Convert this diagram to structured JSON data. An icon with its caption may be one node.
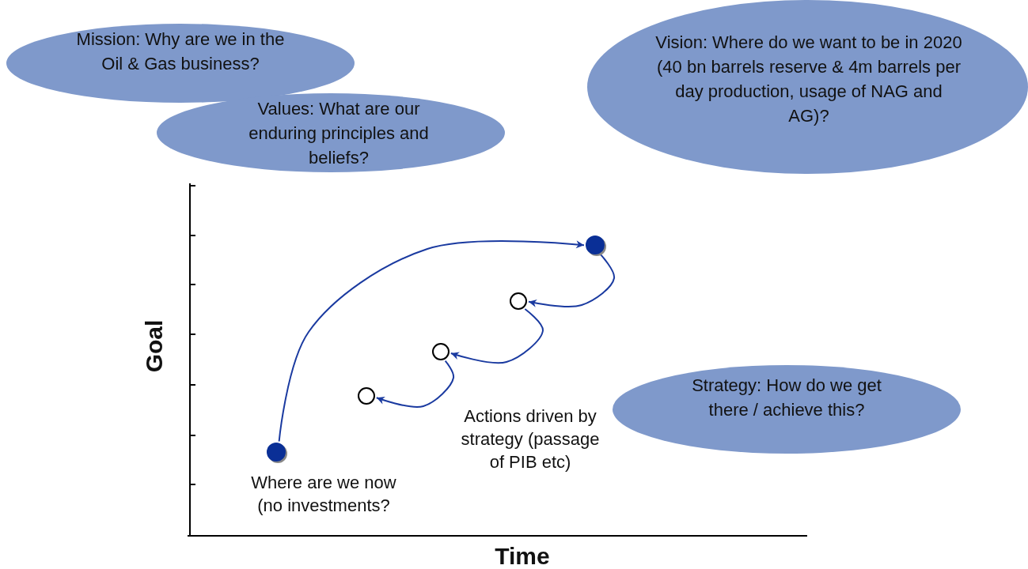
{
  "diagram": {
    "nodes": [
      {
        "text": [
          "Mission: Why are we in the Oil & Gas business?"
        ]
      },
      {
        "text": [
          "Values: What are our enduring principles and beliefs?"
        ]
      },
      {
        "text": [
          "Vision: Where do we want to be in 2020 (40 bn barrels reserve & 4m barrels per day production, usage of NAG and AG)?"
        ]
      },
      {
        "text": [
          "Strategy: How do we get there / achieve this?"
        ]
      },
      {
        "text": [],
        "shape": "circle",
        "beside": [
          "Where are we now (no investments?"
        ]
      },
      {
        "text": [],
        "shape": "circle"
      },
      {
        "text": [],
        "shape": "circle"
      },
      {
        "text": [],
        "shape": "circle"
      },
      {
        "text": [],
        "shape": "circle"
      }
    ],
    "edges": [
      {
        "from": 4,
        "to": 8,
        "arrow": "to"
      },
      {
        "from": 8,
        "to": 7,
        "arrow": "to"
      },
      {
        "from": 7,
        "to": 6,
        "arrow": "to"
      },
      {
        "from": 6,
        "to": 5,
        "arrow": "to"
      }
    ],
    "labels": [
      "Actions driven by strategy (passage of PIB etc)",
      "Goal",
      "Time"
    ]
  }
}
